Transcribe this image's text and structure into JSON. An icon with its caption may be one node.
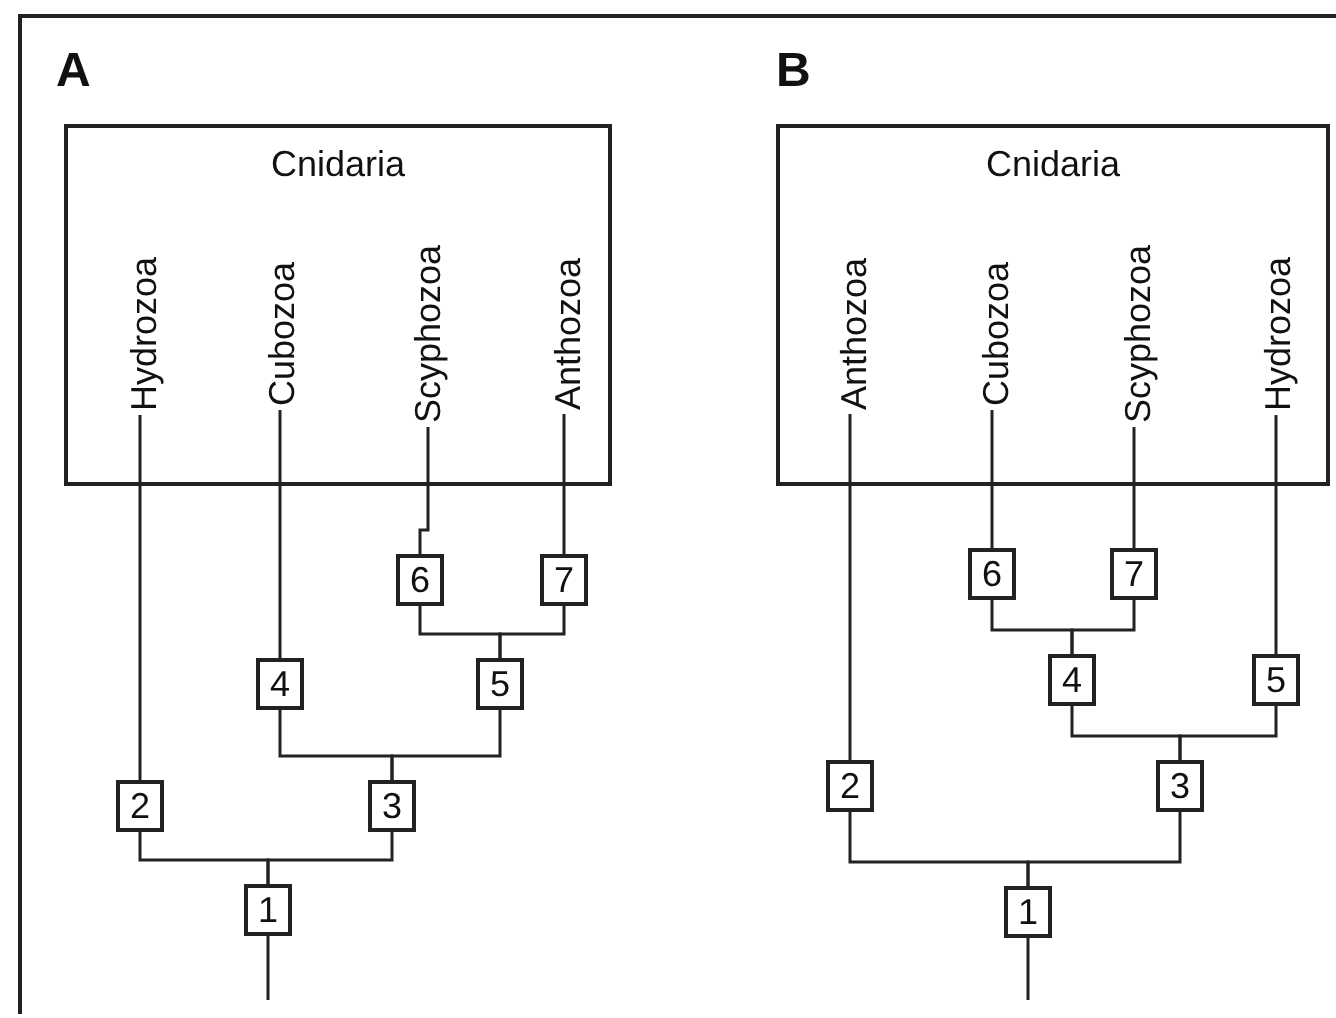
{
  "diagram": {
    "nodes": [
      {
        "text": [
          "Cnidaria"
        ]
      },
      {
        "text": [
          "Hydrozoa"
        ],
        "in": 0
      },
      {
        "text": [
          "Cubozoa"
        ],
        "in": 0
      },
      {
        "text": [
          "Scyphozoa"
        ],
        "in": 0
      },
      {
        "text": [
          "Anthozoa"
        ],
        "in": 0
      },
      {
        "text": [
          "6"
        ]
      },
      {
        "text": [
          "7"
        ]
      },
      {
        "text": [
          "4"
        ]
      },
      {
        "text": [
          "5"
        ]
      },
      {
        "text": [
          "2"
        ]
      },
      {
        "text": [
          "3"
        ]
      },
      {
        "text": [
          "1"
        ]
      },
      {
        "text": [
          "Cnidaria"
        ]
      },
      {
        "text": [
          "Anthozoa"
        ],
        "in": 12
      },
      {
        "text": [
          "Cubozoa"
        ],
        "in": 12
      },
      {
        "text": [
          "Scyphozoa"
        ],
        "in": 12
      },
      {
        "text": [
          "Hydrozoa"
        ],
        "in": 12
      },
      {
        "text": [
          "6"
        ]
      },
      {
        "text": [
          "7"
        ]
      },
      {
        "text": [
          "4"
        ]
      },
      {
        "text": [
          "5"
        ]
      },
      {
        "text": [
          "2"
        ]
      },
      {
        "text": [
          "3"
        ]
      },
      {
        "text": [
          "1"
        ]
      }
    ],
    "edges": [
      {
        "from": 1,
        "to": 9,
        "arrow": "none"
      },
      {
        "from": 2,
        "to": 7,
        "arrow": "none"
      },
      {
        "from": 3,
        "to": 5,
        "arrow": "none"
      },
      {
        "from": 4,
        "to": 6,
        "arrow": "none"
      },
      {
        "from": 5,
        "to": 8,
        "arrow": "none"
      },
      {
        "from": 6,
        "to": 8,
        "arrow": "none"
      },
      {
        "from": 7,
        "to": 10,
        "arrow": "none"
      },
      {
        "from": 8,
        "to": 10,
        "arrow": "none"
      },
      {
        "from": 9,
        "to": 11,
        "arrow": "none"
      },
      {
        "from": 10,
        "to": 11,
        "arrow": "none"
      },
      {
        "from": 11,
        "to": null,
        "arrow": "none"
      },
      {
        "from": 13,
        "to": 21,
        "arrow": "none"
      },
      {
        "from": 14,
        "to": 17,
        "arrow": "none"
      },
      {
        "from": 15,
        "to": 18,
        "arrow": "none"
      },
      {
        "from": 16,
        "to": 20,
        "arrow": "none"
      },
      {
        "from": 17,
        "to": 19,
        "arrow": "none"
      },
      {
        "from": 18,
        "to": 19,
        "arrow": "none"
      },
      {
        "from": 19,
        "to": 22,
        "arrow": "none"
      },
      {
        "from": 20,
        "to": 22,
        "arrow": "none"
      },
      {
        "from": 21,
        "to": 23,
        "arrow": "none"
      },
      {
        "from": 22,
        "to": 23,
        "arrow": "none"
      },
      {
        "from": 23,
        "to": null,
        "arrow": "none"
      }
    ],
    "labels": [
      "A",
      "B"
    ]
  }
}
